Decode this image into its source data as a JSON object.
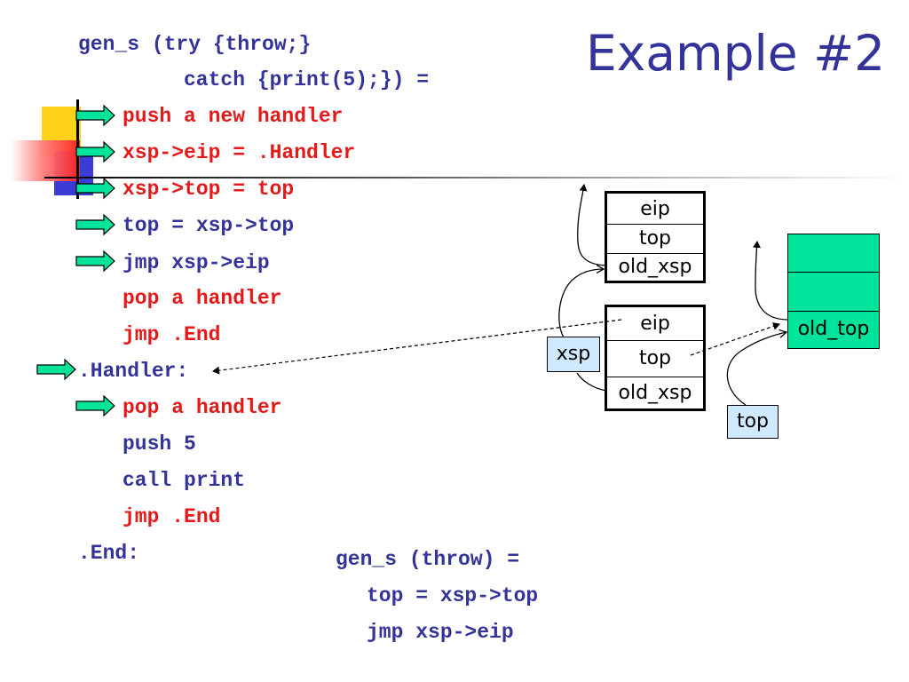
{
  "slide": {
    "title": "Example #2",
    "code_lines": [
      {
        "text": "gen_s (try {throw;}"
      },
      {
        "text": "catch {print(5);}) ="
      },
      {
        "text": "push a new handler"
      },
      {
        "text": "xsp->eip = .Handler"
      },
      {
        "text": "xsp->top = top"
      },
      {
        "text": "top = xsp->top"
      },
      {
        "text": "jmp xsp->eip"
      },
      {
        "text": "pop a handler"
      },
      {
        "text": "jmp .End"
      },
      {
        "text": ".Handler:"
      },
      {
        "text": "pop a handler"
      },
      {
        "text": "push 5"
      },
      {
        "text": "call print"
      },
      {
        "text": "jmp .End"
      },
      {
        "text": ".End:"
      }
    ],
    "throw_lines": [
      {
        "text": "gen_s (throw) ="
      },
      {
        "text": "top = xsp->top"
      },
      {
        "text": "jmp xsp->eip"
      }
    ],
    "upper_frame": [
      "eip",
      "top",
      "old_xsp"
    ],
    "lower_frame": [
      "eip",
      "top",
      "old_xsp"
    ],
    "top_stack": [
      "",
      "",
      "old_top"
    ],
    "xsp_label": "xsp",
    "top_label": "top",
    "colors": {
      "blue": "#33339a",
      "red": "#e41a1a",
      "arrow_fill": "#00e39a",
      "label_bg": "#cfe9ff",
      "stack_fill": "#00e39a"
    }
  }
}
